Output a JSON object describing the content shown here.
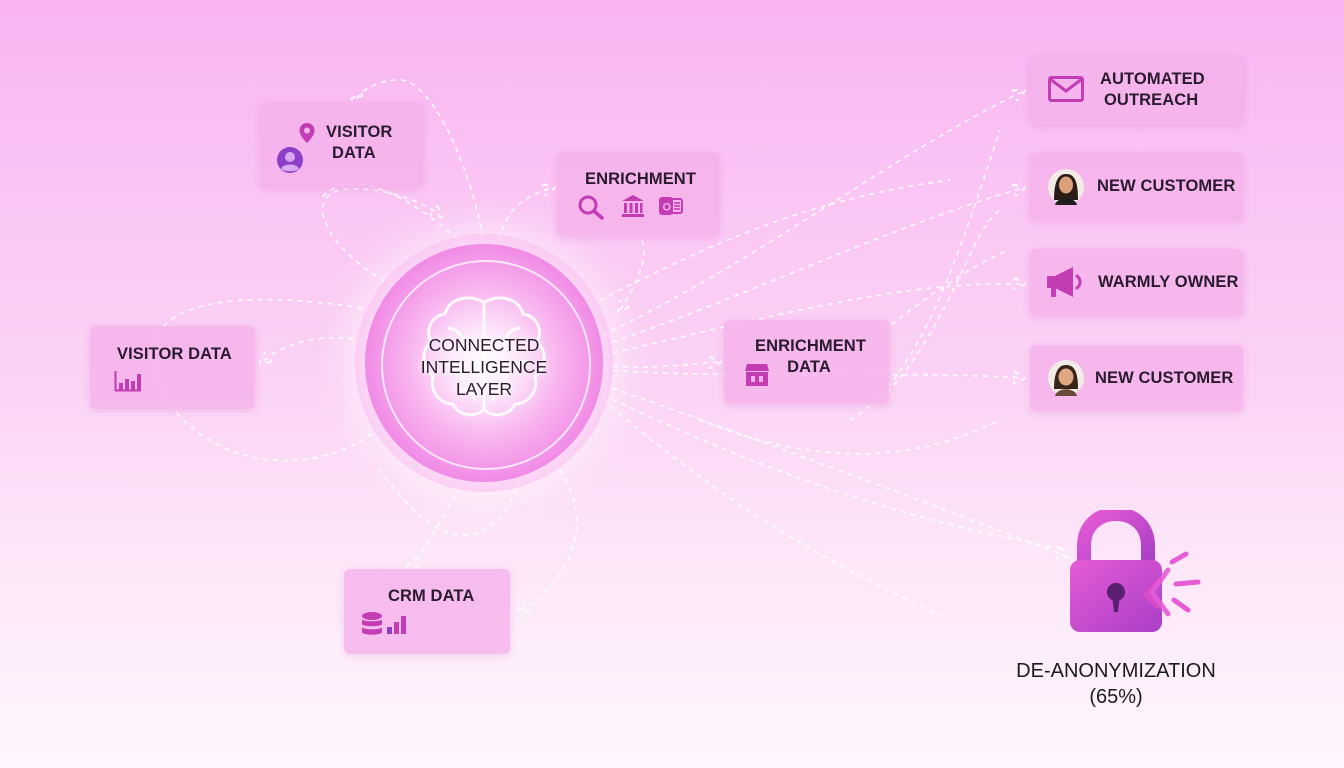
{
  "hub": {
    "lines": [
      "CONNECTED",
      "INTELLIGENCE",
      "LAYER"
    ],
    "icon": "brain-icon"
  },
  "inputs": {
    "visitor_top": {
      "lines": [
        "VISITOR",
        "DATA"
      ],
      "icons": [
        "location-pin-icon",
        "user-avatar-icon"
      ]
    },
    "visitor_left": {
      "label": "VISITOR DATA",
      "icon": "bar-chart-icon"
    },
    "enrichment": {
      "label": "ENRICHMENT",
      "icons": [
        "magnifier-icon",
        "bank-icon",
        "company-logo-icon"
      ]
    },
    "enrichment_data": {
      "lines": [
        "ENRICHMENT",
        "DATA"
      ],
      "icon": "storefront-icon"
    },
    "crm": {
      "label": "CRM DATA",
      "icons": [
        "database-icon",
        "bar-chart-icon"
      ]
    }
  },
  "outputs": {
    "automated_outreach": {
      "lines": [
        "AUTOMATED",
        "OUTREACH"
      ],
      "icon": "envelope-icon"
    },
    "new_customer_1": {
      "label": "NEW CUSTOMER",
      "icon": "customer-avatar-icon"
    },
    "warmly_owner": {
      "label": "WARMLY OWNER",
      "icon": "megaphone-icon"
    },
    "new_customer_2": {
      "label": "NEW CUSTOMER",
      "icon": "customer-avatar-icon"
    }
  },
  "deanonymization": {
    "lines": [
      "DE-ANONYMIZATION",
      "(65%)"
    ],
    "icon": "padlock-icon",
    "rate_percent": 65
  },
  "colors": {
    "accent": "#c43cb4",
    "icon_purple": "#8e3fc8",
    "card_bg": "#f4b2ea",
    "text": "#2a1a2e"
  }
}
